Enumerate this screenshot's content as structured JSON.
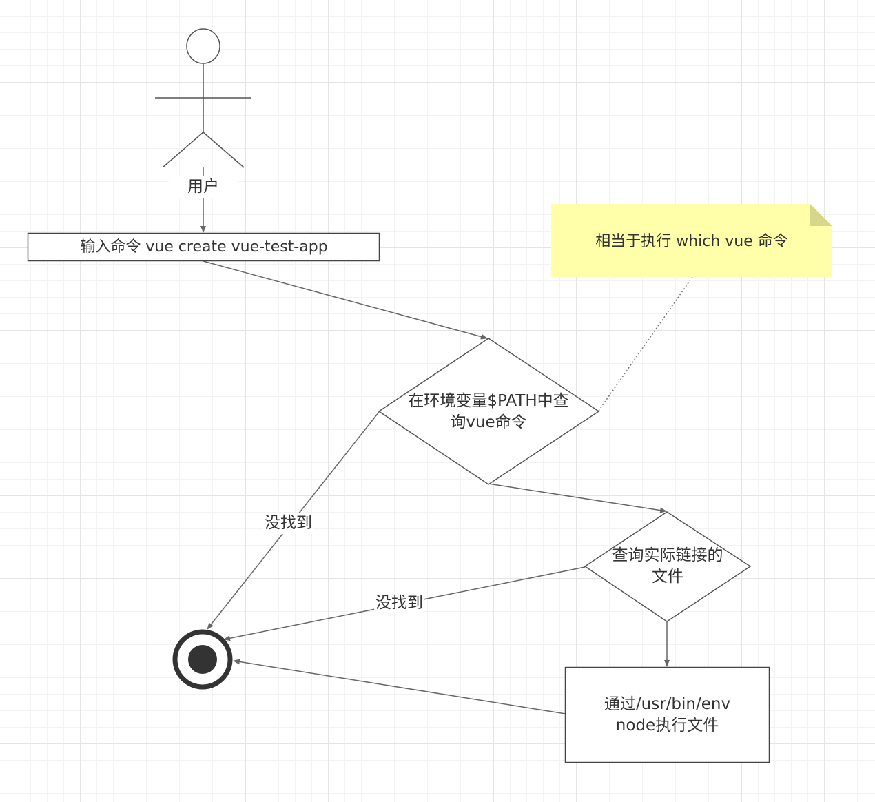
{
  "actor": {
    "label": "用户"
  },
  "nodes": {
    "input_command": "输入命令 vue create vue-test-app",
    "note": "相当于执行 which vue 命令",
    "search_path_line1": "在环境变量$PATH中查",
    "search_path_line2": "询vue命令",
    "query_link_line1": "查询实际链接的",
    "query_link_line2": "文件",
    "execute_line1": "通过/usr/bin/env",
    "execute_line2": "node执行文件"
  },
  "edges": {
    "not_found_1": "没找到",
    "not_found_2": "没找到"
  },
  "colors": {
    "line": "#666666",
    "note_fill": "#ffffa9",
    "note_fold": "#d7d78a",
    "end_node": "#333333"
  }
}
